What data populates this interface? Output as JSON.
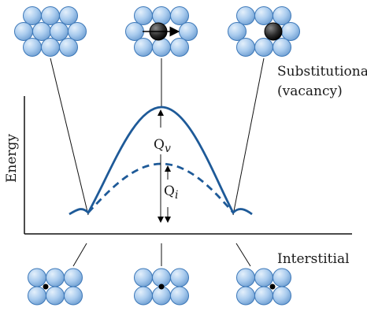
{
  "labels": {
    "substitutional_line1": "Substitutional",
    "substitutional_line2": "(vacancy)",
    "interstitial": "Interstitial",
    "energy": "Energy",
    "qv_main": "Q",
    "qv_sub": "v",
    "qi_main": "Q",
    "qi_sub": "i"
  },
  "colors": {
    "atom_fill": "#9ec3ea",
    "atom_stroke": "#3d78b8",
    "curve": "#1e5a98",
    "impurity_substitutional": "#222222",
    "impurity_interstitial": "#000000"
  },
  "icons": {
    "arrow": "arrow-right-icon"
  }
}
